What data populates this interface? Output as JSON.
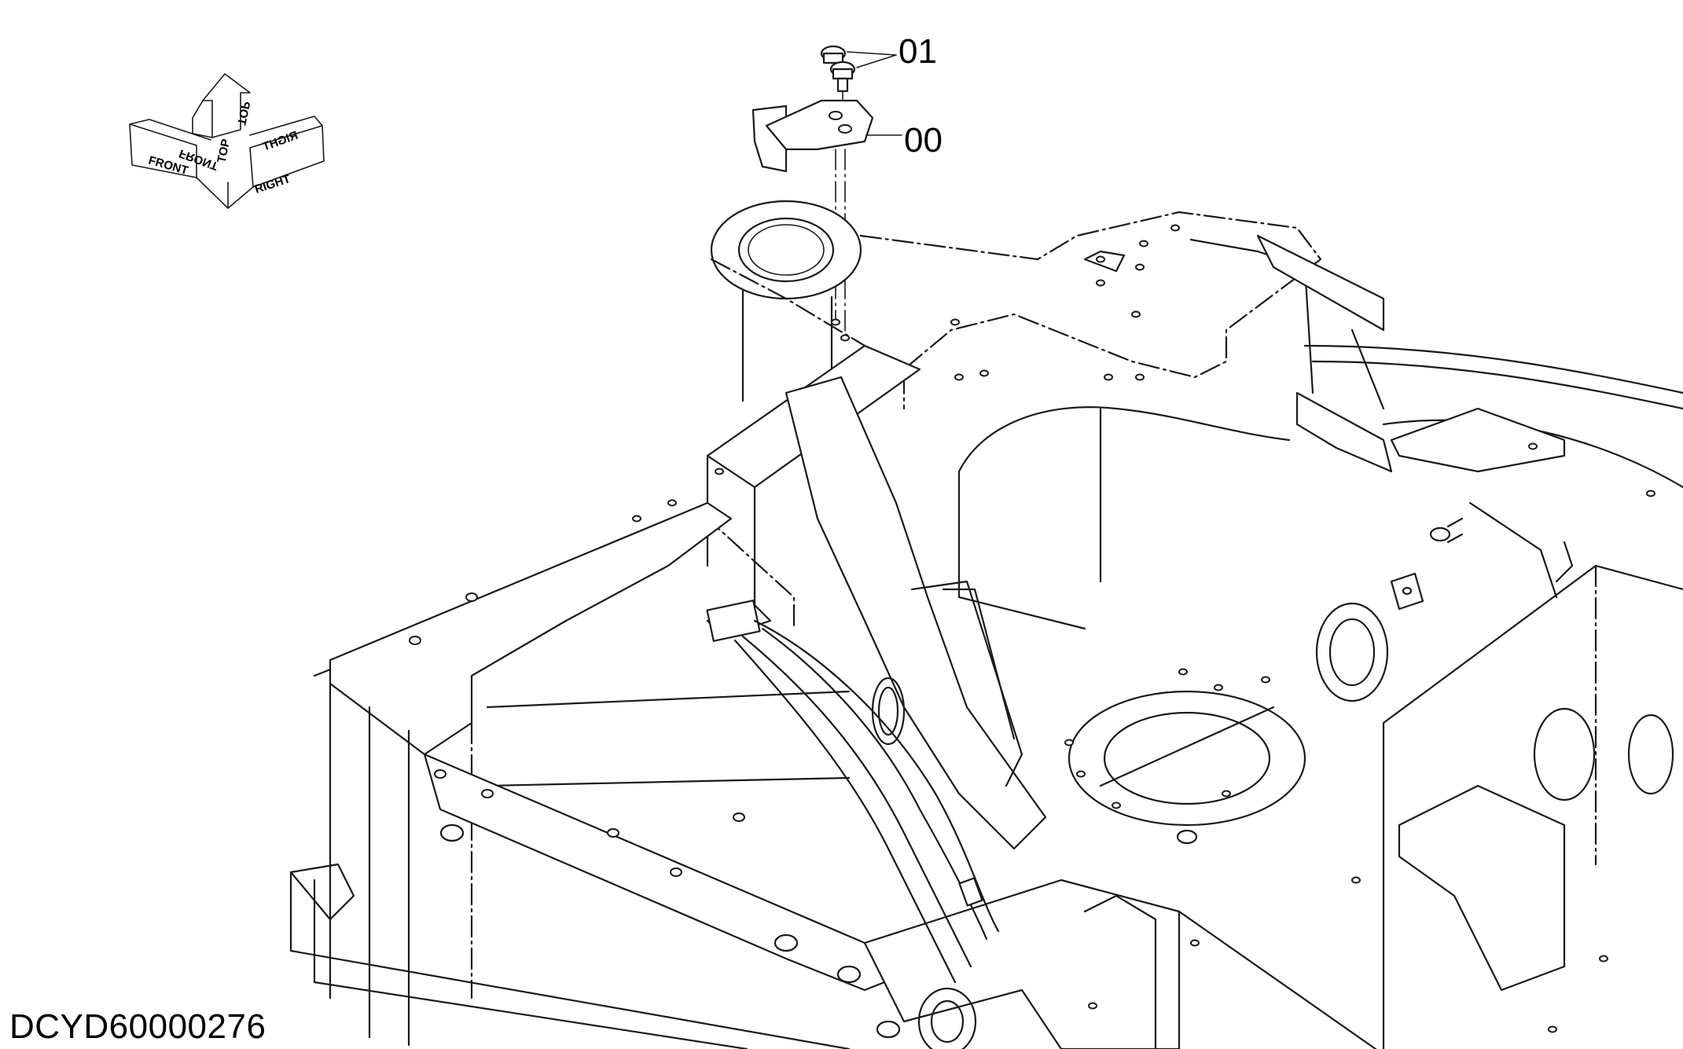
{
  "callouts": [
    {
      "id": "01",
      "label": "01"
    },
    {
      "id": "00",
      "label": "00"
    }
  ],
  "orientation": {
    "front": "FRONT",
    "top": "TOP",
    "right": "RIGHT"
  },
  "document_code": "DCYD60000276"
}
